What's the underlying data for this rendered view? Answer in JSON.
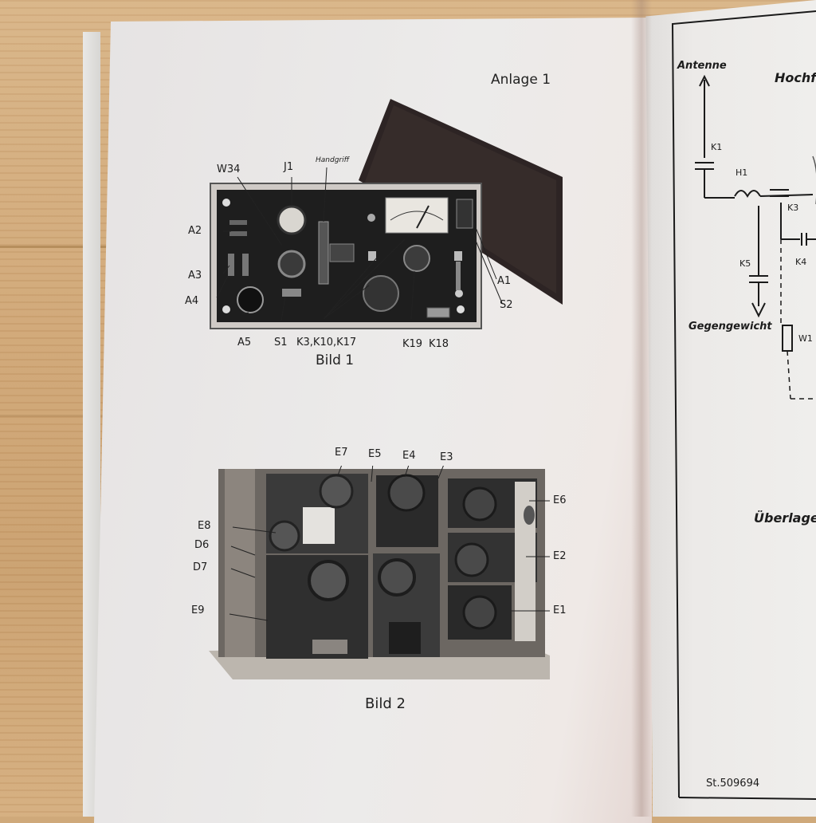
{
  "left_page": {
    "annex": "Anlage 1",
    "figure1": {
      "caption": "Bild 1",
      "handle_label": "Handgriff",
      "labels": [
        "W34",
        "J1",
        "A2",
        "A3",
        "A4",
        "A5",
        "S1",
        "K3,K10,K17",
        "K19",
        "K18",
        "A1",
        "S2"
      ]
    },
    "figure2": {
      "caption": "Bild 2",
      "labels": [
        "E7",
        "E5",
        "E4",
        "E3",
        "E8",
        "D6",
        "D7",
        "E9",
        "E6",
        "E2",
        "E1"
      ]
    }
  },
  "right_page": {
    "labels": [
      "Antenne",
      "Hochf",
      "K1",
      "H1",
      "K3",
      "K4",
      "K5",
      "Gegengewicht",
      "W1",
      "Überlage",
      "St.509694"
    ]
  }
}
